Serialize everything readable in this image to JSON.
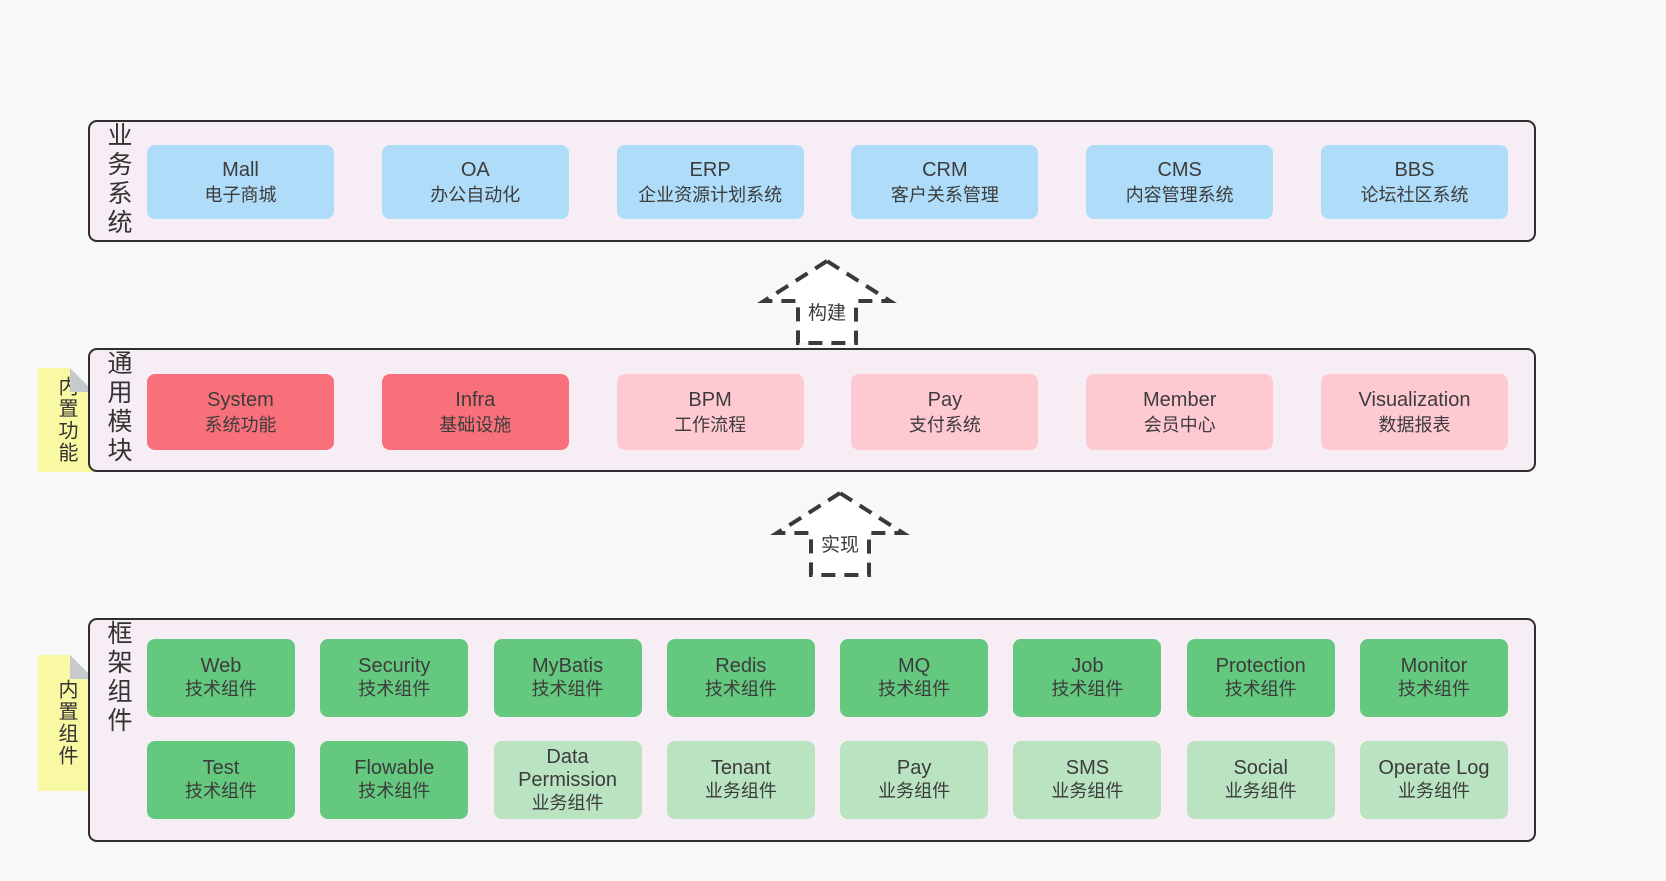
{
  "colors": {
    "page_bg": "#f8f8f8",
    "band_bg": "#f7edf5",
    "band_border": "#2f2f2f",
    "blue": "#aedcf9",
    "red": "#f7707a",
    "pink": "#ffc9d2",
    "green_dark": "#64c97e",
    "green_light": "#b9e3c1",
    "sticky_yellow": "#faf9a3",
    "sticky_fold": "#c6cacc",
    "text": "#3c3c3c"
  },
  "arrows": {
    "build_label": "构建",
    "implement_label": "实现"
  },
  "bands": {
    "business": {
      "label": "业务系统",
      "items": [
        {
          "name": "Mall",
          "desc": "电子商城"
        },
        {
          "name": "OA",
          "desc": "办公自动化"
        },
        {
          "name": "ERP",
          "desc": "企业资源计划系统"
        },
        {
          "name": "CRM",
          "desc": "客户关系管理"
        },
        {
          "name": "CMS",
          "desc": "内容管理系统"
        },
        {
          "name": "BBS",
          "desc": "论坛社区系统"
        }
      ]
    },
    "modules": {
      "label": "通用模块",
      "sticky": "内置功能",
      "items": [
        {
          "name": "System",
          "desc": "系统功能"
        },
        {
          "name": "Infra",
          "desc": "基础设施"
        },
        {
          "name": "BPM",
          "desc": "工作流程"
        },
        {
          "name": "Pay",
          "desc": "支付系统"
        },
        {
          "name": "Member",
          "desc": "会员中心"
        },
        {
          "name": "Visualization",
          "desc": "数据报表"
        }
      ]
    },
    "components": {
      "label": "框架组件",
      "sticky": "内置组件",
      "row1": [
        {
          "name": "Web",
          "desc": "技术组件"
        },
        {
          "name": "Security",
          "desc": "技术组件"
        },
        {
          "name": "MyBatis",
          "desc": "技术组件"
        },
        {
          "name": "Redis",
          "desc": "技术组件"
        },
        {
          "name": "MQ",
          "desc": "技术组件"
        },
        {
          "name": "Job",
          "desc": "技术组件"
        },
        {
          "name": "Protection",
          "desc": "技术组件"
        },
        {
          "name": "Monitor",
          "desc": "技术组件"
        }
      ],
      "row2": [
        {
          "name": "Test",
          "desc": "技术组件"
        },
        {
          "name": "Flowable",
          "desc": "技术组件"
        },
        {
          "name": "Data\nPermission",
          "desc": "业务组件"
        },
        {
          "name": "Tenant",
          "desc": "业务组件"
        },
        {
          "name": "Pay",
          "desc": "业务组件"
        },
        {
          "name": "SMS",
          "desc": "业务组件"
        },
        {
          "name": "Social",
          "desc": "业务组件"
        },
        {
          "name": "Operate Log",
          "desc": "业务组件"
        }
      ]
    }
  }
}
